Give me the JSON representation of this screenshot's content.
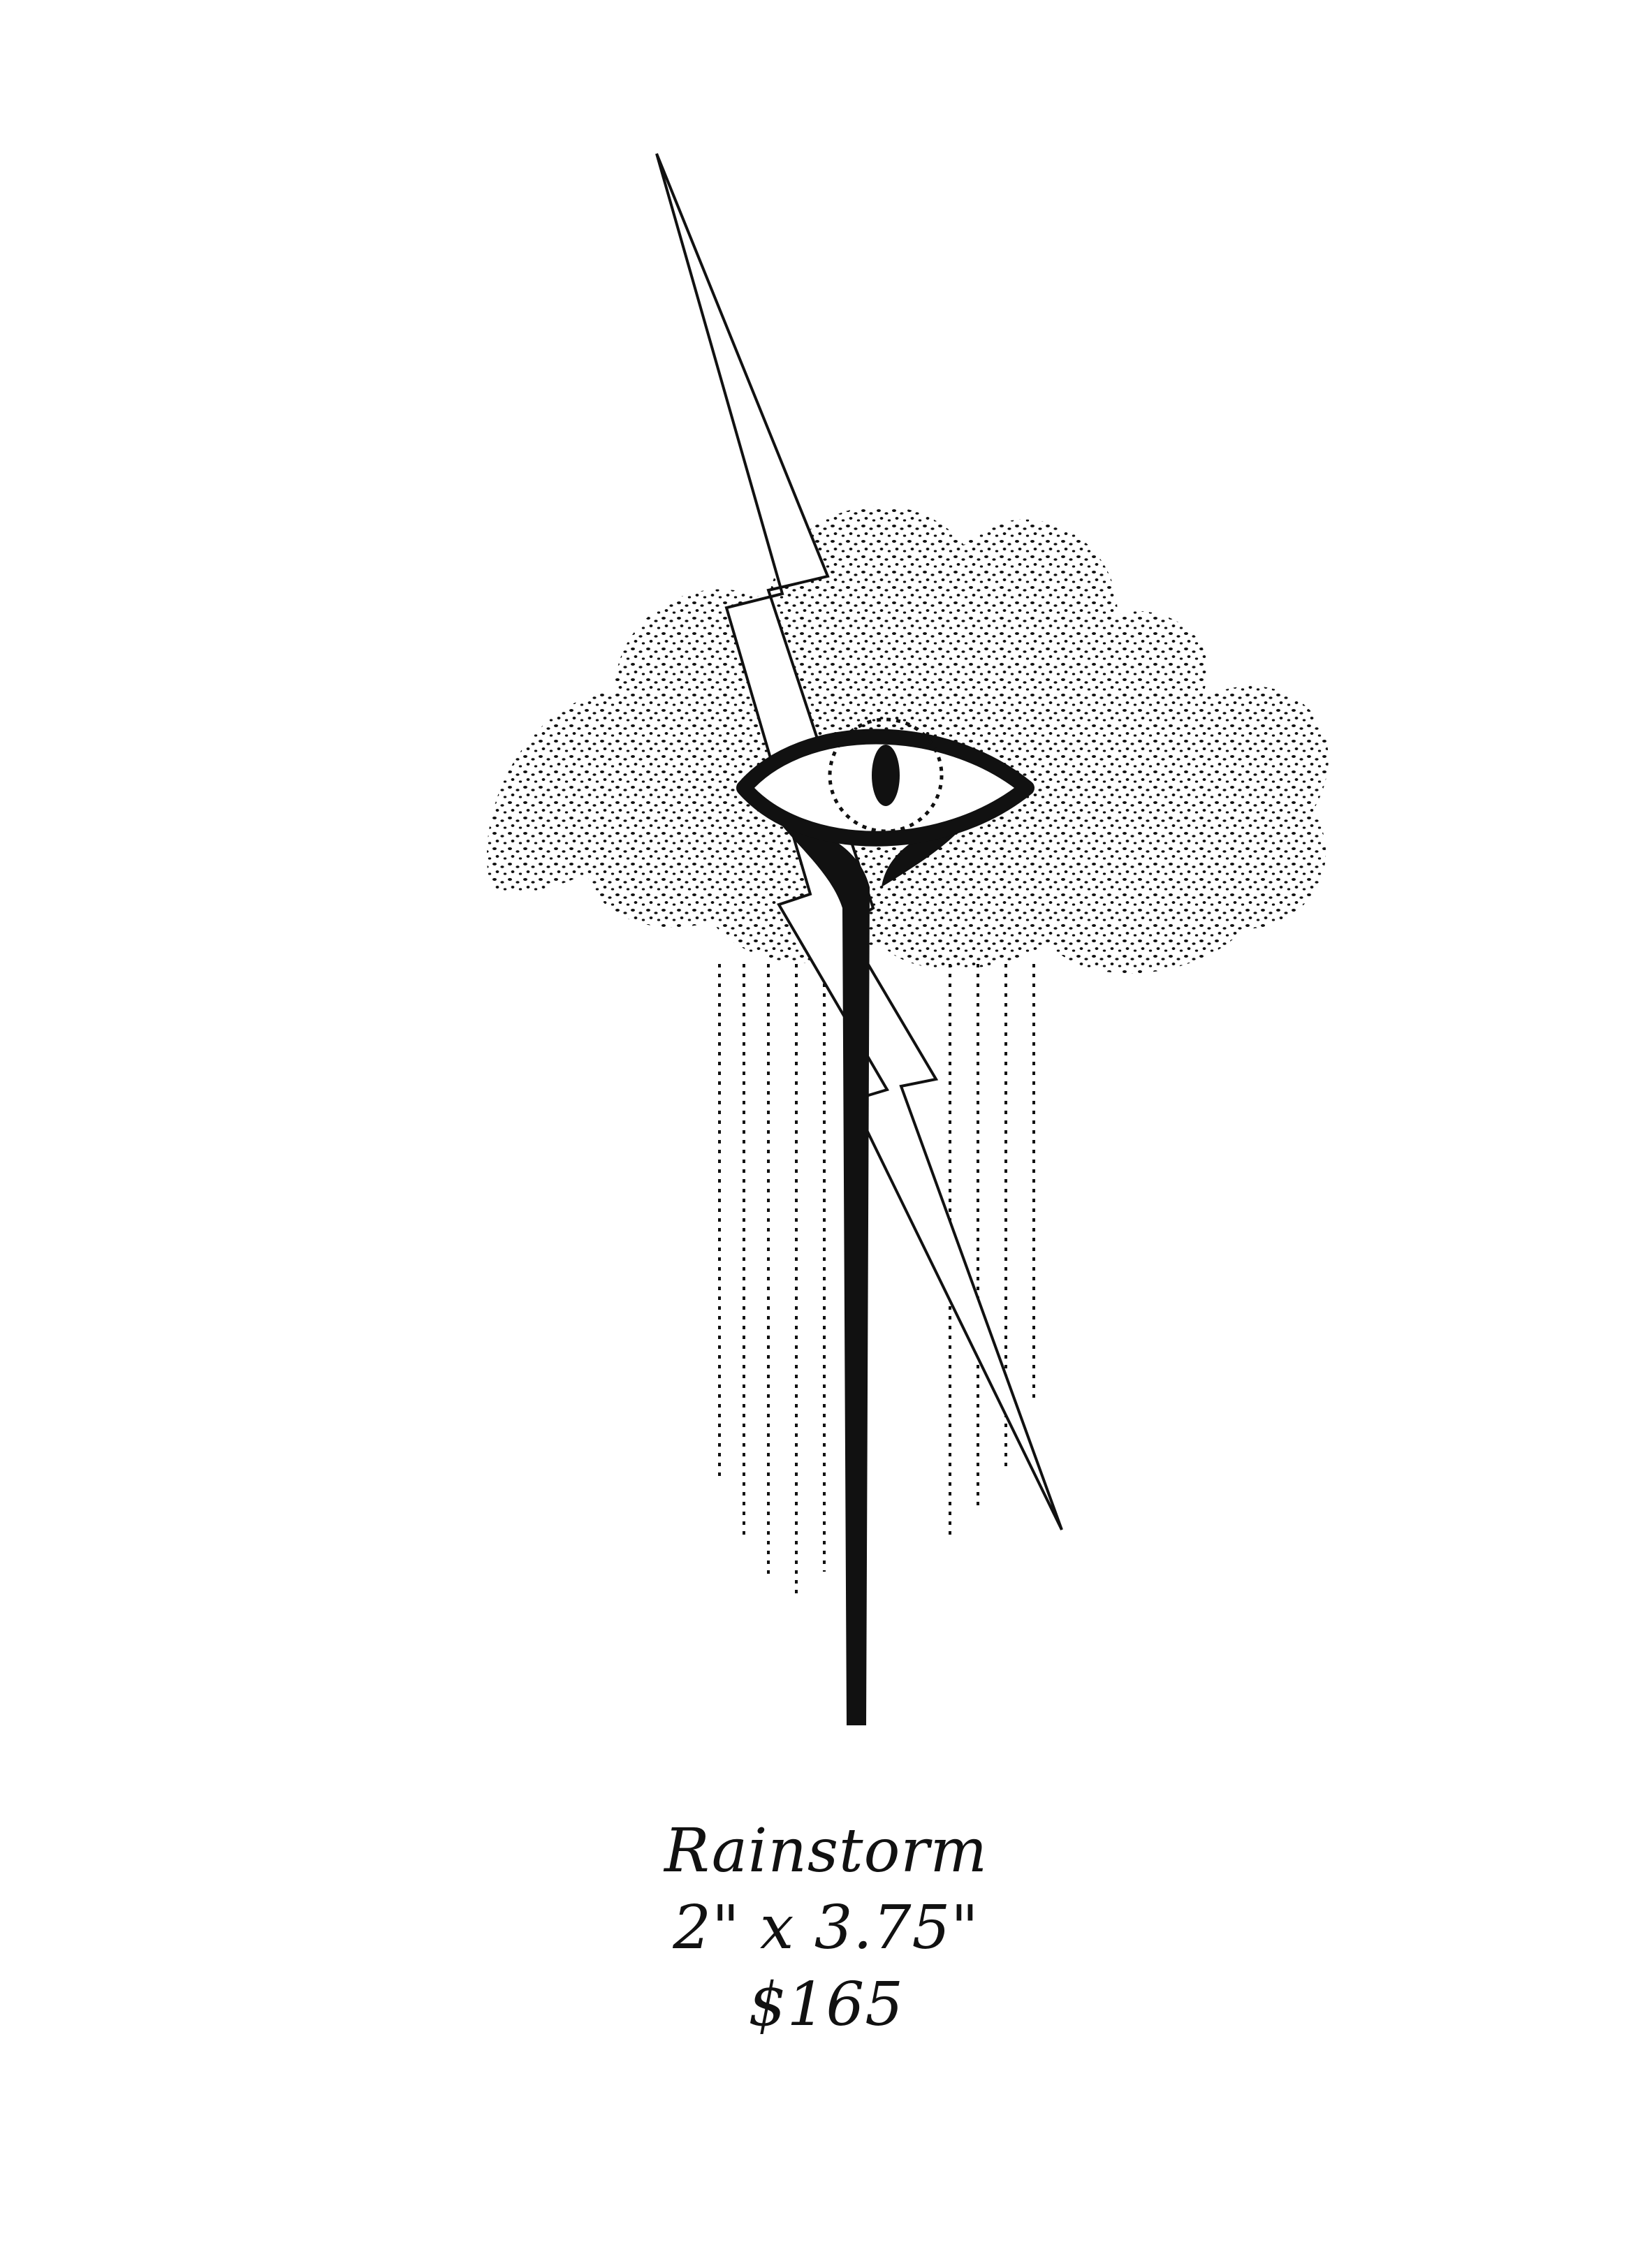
{
  "artwork": {
    "title": "Rainstorm",
    "dimensions": "2\" x 3.75\"",
    "price": "$165"
  },
  "icons": {
    "artwork": "storm-cloud-eye-lightning-illustration"
  },
  "colors": {
    "ink": "#111111",
    "paper": "#ffffff"
  }
}
